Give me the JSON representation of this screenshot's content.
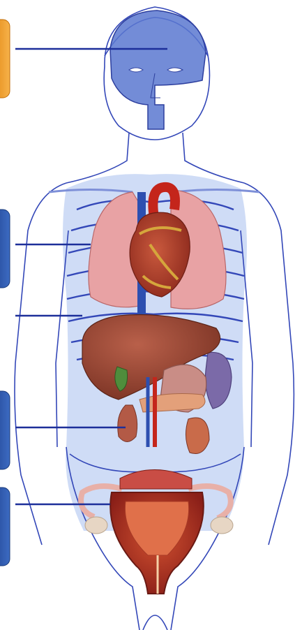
{
  "figure": {
    "subject": "human-body-organs-diagram",
    "labels": [
      {
        "name": "label-tab-head",
        "text": ""
      },
      {
        "name": "label-tab-chest",
        "text": ""
      },
      {
        "name": "label-tab-abdomen",
        "text": ""
      },
      {
        "name": "label-tab-pelvis",
        "text": ""
      }
    ]
  },
  "colors": {
    "outline": "#3347b8",
    "body_fill": "#cfdcf6",
    "head_fill": "#5a78d0",
    "tab_blue": "#2d57a8",
    "tab_orange": "#f09a1f",
    "lung": "#e8a2a4",
    "heart": "#a83828",
    "liver": "#9c4a36",
    "uterus": "#b2332b",
    "ovary": "#e7d6c4",
    "pointer_line": "#1d2f9a"
  }
}
